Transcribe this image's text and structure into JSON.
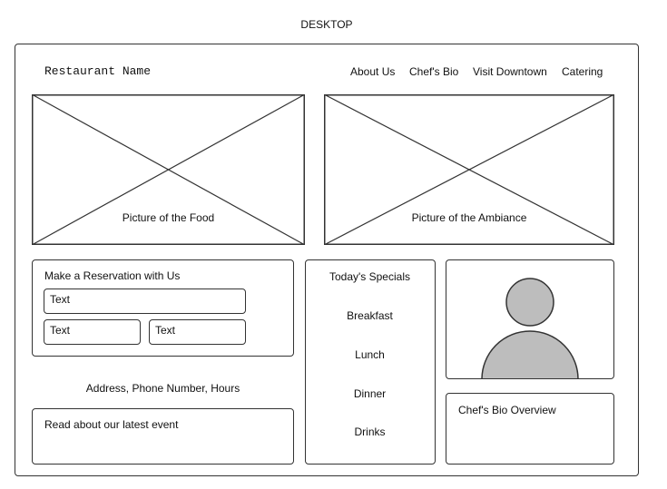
{
  "page_title": "DESKTOP",
  "header": {
    "restaurant_name": "Restaurant Name",
    "nav": [
      "About Us",
      "Chef's Bio",
      "Visit Downtown",
      "Catering"
    ]
  },
  "images": {
    "food_caption": "Picture of the Food",
    "ambiance_caption": "Picture of the Ambiance"
  },
  "reservation": {
    "title": "Make a Reservation with Us",
    "field1": "Text",
    "field2": "Text",
    "field3": "Text"
  },
  "address_line": "Address, Phone Number, Hours",
  "event": {
    "title": "Read about our latest event"
  },
  "specials": {
    "title": "Today's Specials",
    "items": [
      "Breakfast",
      "Lunch",
      "Dinner",
      "Drinks"
    ]
  },
  "chef": {
    "bio_title": "Chef's Bio Overview"
  }
}
